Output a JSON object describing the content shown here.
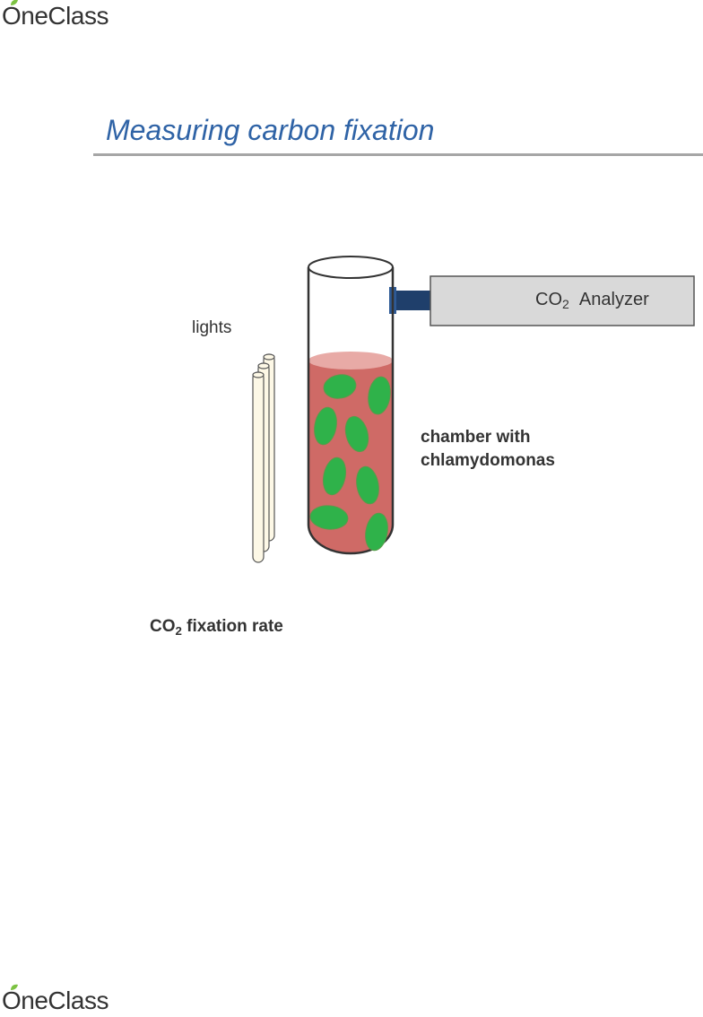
{
  "brand": {
    "logo_first": "O",
    "logo_rest": "neClass"
  },
  "slide": {
    "title": "Measuring carbon fixation"
  },
  "diagram": {
    "lights_label": "lights",
    "analyzer_prefix": "CO",
    "analyzer_subscript": "2",
    "analyzer_suffix": "Analyzer",
    "chamber_line1": "chamber with",
    "chamber_line2": "chlamydomonas",
    "rate_prefix": "CO",
    "rate_subscript": "2",
    "rate_suffix": " fixation rate"
  },
  "colors": {
    "title": "#2f63a6",
    "rule": "#a6a6a6",
    "liquid": "#cf6a66",
    "liquid_surface": "#e8aaa6",
    "cell": "#2fb24a",
    "analyzer_box": "#d9d9d9",
    "connector": "#1f3f6b",
    "leaf": "#7cc242"
  }
}
